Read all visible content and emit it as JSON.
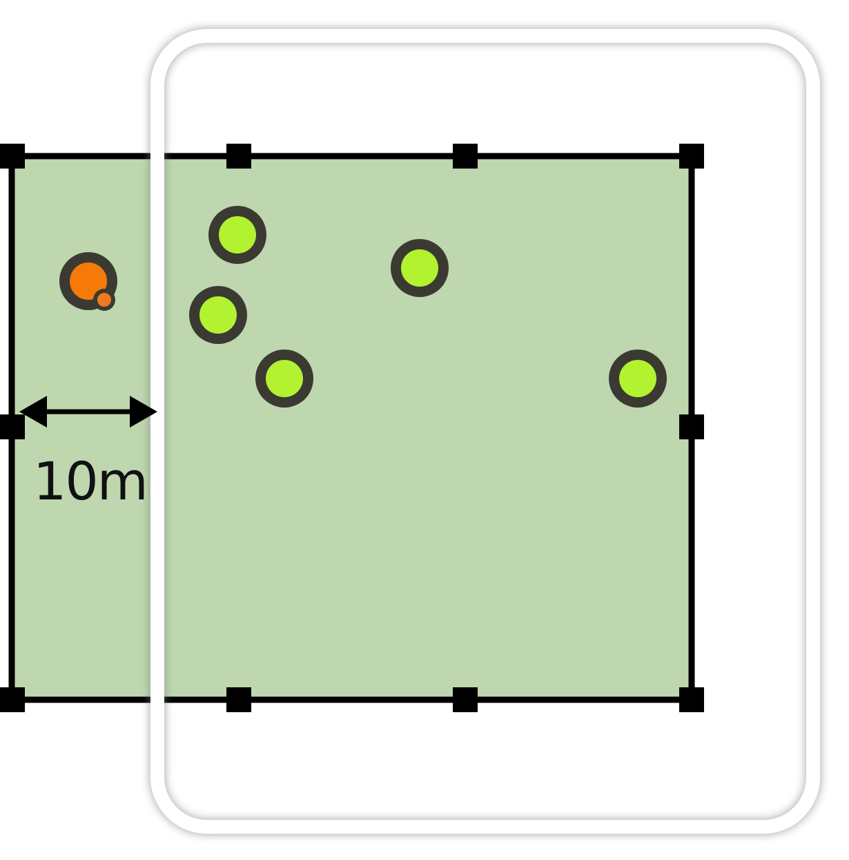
{
  "diagram": {
    "measurement_label": "10m",
    "colors": {
      "background": "#ffffff",
      "field_fill": "#bed7af",
      "field_stroke": "#000000",
      "handle": "#000000",
      "frame_stroke": "#ffffff",
      "marker_ring": "#3a3a32",
      "marker_fill_default": "#b3f230",
      "marker_fill_highlight": "#f57a08",
      "badge_fill": "#f07a22",
      "arrow": "#000000"
    },
    "markers": [
      {
        "id": "marker-1",
        "state": "highlighted",
        "color_key": "marker_fill_highlight",
        "has_badge": true
      },
      {
        "id": "marker-2",
        "state": "normal",
        "color_key": "marker_fill_default",
        "has_badge": false
      },
      {
        "id": "marker-3",
        "state": "normal",
        "color_key": "marker_fill_default",
        "has_badge": false
      },
      {
        "id": "marker-4",
        "state": "normal",
        "color_key": "marker_fill_default",
        "has_badge": false
      },
      {
        "id": "marker-5",
        "state": "normal",
        "color_key": "marker_fill_default",
        "has_badge": false
      },
      {
        "id": "marker-6",
        "state": "normal",
        "color_key": "marker_fill_default",
        "has_badge": false
      }
    ]
  }
}
